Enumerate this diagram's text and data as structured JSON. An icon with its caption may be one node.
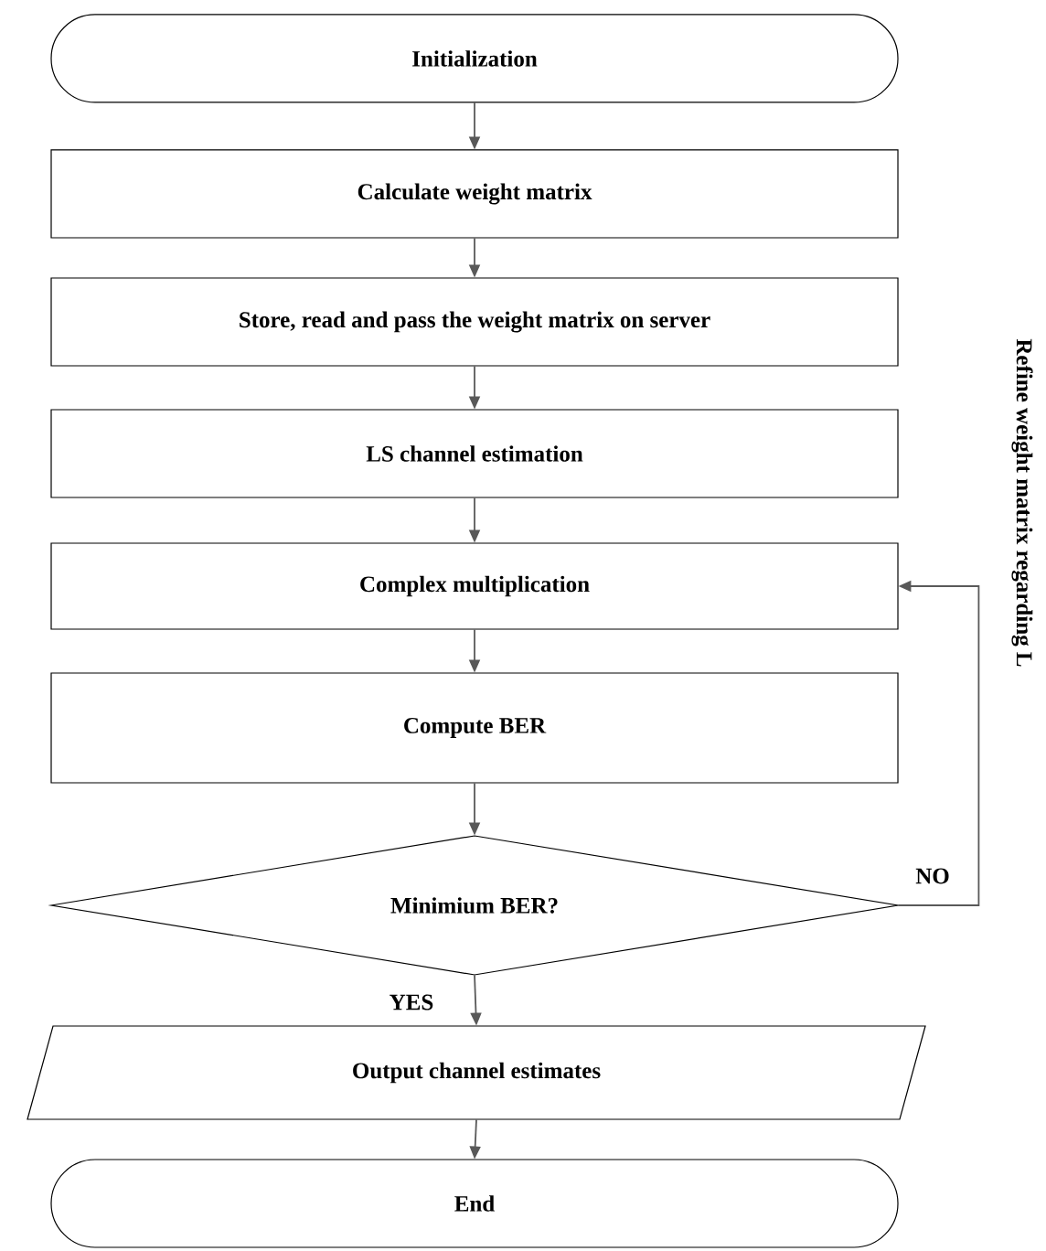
{
  "diagram": {
    "nodes": [
      {
        "text": [
          "Initialization"
        ]
      },
      {
        "text": [
          "Calculate weight matrix"
        ]
      },
      {
        "text": [
          "Store, read and pass the weight matrix on server"
        ]
      },
      {
        "text": [
          "LS channel estimation"
        ]
      },
      {
        "text": [
          "Complex multiplication"
        ]
      },
      {
        "text": [
          "Compute BER"
        ]
      },
      {
        "text": [
          "Minimium BER?"
        ]
      },
      {
        "text": [
          "Output channel estimates"
        ]
      },
      {
        "text": [
          "End"
        ]
      }
    ],
    "edges": [
      {
        "from": 0,
        "to": 1,
        "arrow": "to"
      },
      {
        "from": 1,
        "to": 2,
        "arrow": "to"
      },
      {
        "from": 2,
        "to": 3,
        "arrow": "to"
      },
      {
        "from": 3,
        "to": 4,
        "arrow": "to"
      },
      {
        "from": 4,
        "to": 5,
        "arrow": "to"
      },
      {
        "from": 5,
        "to": 6,
        "arrow": "to"
      },
      {
        "from": 6,
        "to": 7,
        "arrow": "to",
        "label": "YES"
      },
      {
        "from": 7,
        "to": 8,
        "arrow": "to"
      },
      {
        "from": 6,
        "to": 4,
        "arrow": "to",
        "label": "NO"
      }
    ],
    "labels": [
      "Refine weight matrix regarding L"
    ]
  }
}
